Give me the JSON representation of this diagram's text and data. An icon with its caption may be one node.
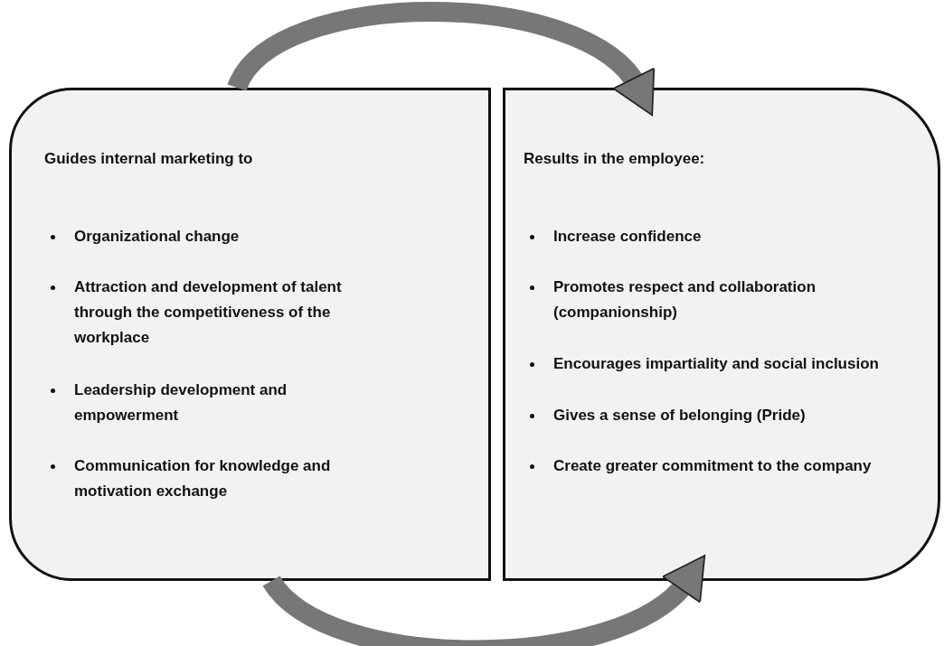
{
  "diagram": {
    "nodes": [
      {
        "text": [
          "Guides internal marketing to",
          "Organizational change",
          "Attraction and development of talent through the competitiveness of the workplace",
          "Leadership development and empowerment",
          "Communication for knowledge and motivation exchange"
        ]
      },
      {
        "text": [
          "Results in the employee:",
          "Increase confidence",
          "Promotes respect and collaboration (companionship)",
          "Encourages impartiality and social inclusion",
          "Gives a sense of belonging (Pride)",
          "Create greater commitment to the company"
        ]
      }
    ],
    "edges": [
      {
        "from": 0,
        "to": 1,
        "arrow": "to"
      },
      {
        "from": 0,
        "to": 1,
        "arrow": "to"
      }
    ]
  }
}
